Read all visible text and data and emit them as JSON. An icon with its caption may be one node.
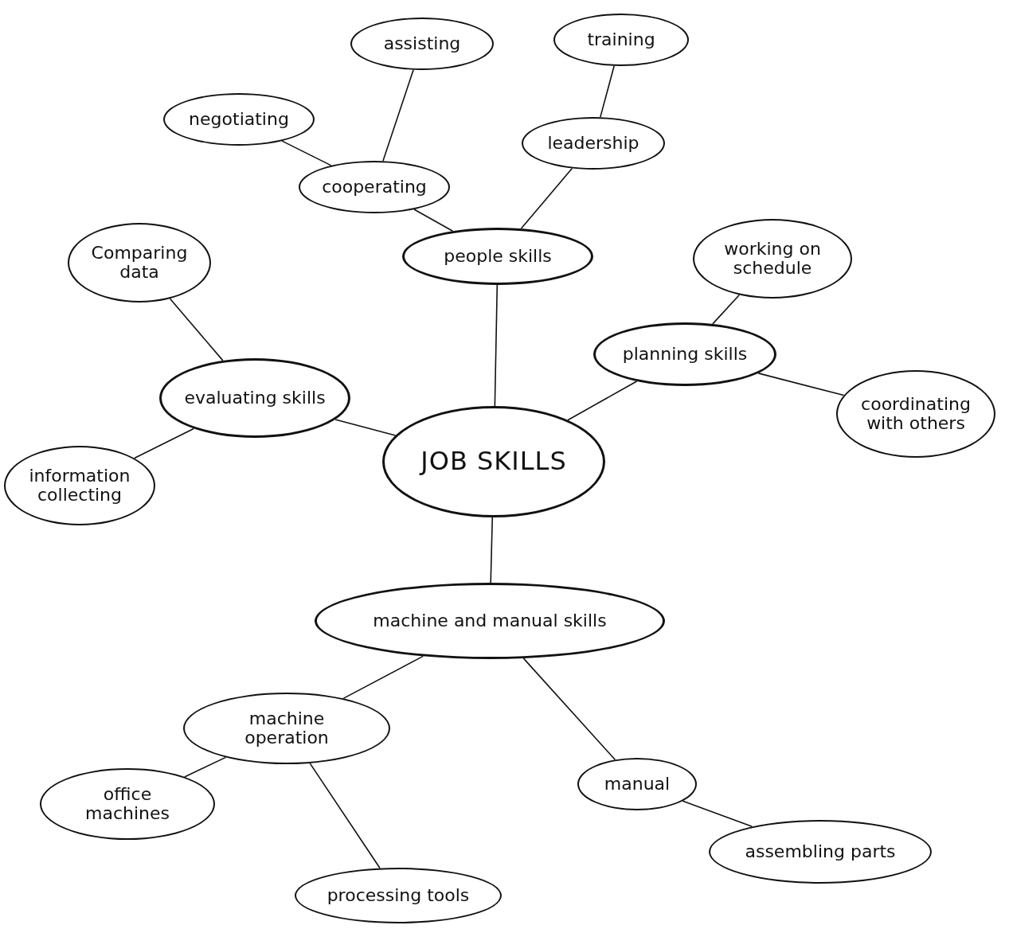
{
  "diagram": {
    "nodes": [
      {
        "text": [
          "JOB SKILLS"
        ]
      },
      {
        "text": [
          "people skills"
        ]
      },
      {
        "text": [
          "cooperating"
        ]
      },
      {
        "text": [
          "negotiating"
        ]
      },
      {
        "text": [
          "assisting"
        ]
      },
      {
        "text": [
          "leadership"
        ]
      },
      {
        "text": [
          "training"
        ]
      },
      {
        "text": [
          "planning skills"
        ]
      },
      {
        "text": [
          "working on schedule"
        ]
      },
      {
        "text": [
          "coordinating with others"
        ]
      },
      {
        "text": [
          "evaluating skills"
        ]
      },
      {
        "text": [
          "Comparing data"
        ]
      },
      {
        "text": [
          "information collecting"
        ]
      },
      {
        "text": [
          "machine and manual skills"
        ]
      },
      {
        "text": [
          "machine operation"
        ]
      },
      {
        "text": [
          "office machines"
        ]
      },
      {
        "text": [
          "processing tools"
        ]
      },
      {
        "text": [
          "manual"
        ]
      },
      {
        "text": [
          "assembling parts"
        ]
      }
    ],
    "edges": [
      {
        "from": 0,
        "to": 1,
        "arrow": "none"
      },
      {
        "from": 1,
        "to": 2,
        "arrow": "none"
      },
      {
        "from": 2,
        "to": 3,
        "arrow": "none"
      },
      {
        "from": 2,
        "to": 4,
        "arrow": "none"
      },
      {
        "from": 1,
        "to": 5,
        "arrow": "none"
      },
      {
        "from": 5,
        "to": 6,
        "arrow": "none"
      },
      {
        "from": 0,
        "to": 7,
        "arrow": "none"
      },
      {
        "from": 7,
        "to": 8,
        "arrow": "none"
      },
      {
        "from": 7,
        "to": 9,
        "arrow": "none"
      },
      {
        "from": 0,
        "to": 10,
        "arrow": "none"
      },
      {
        "from": 10,
        "to": 11,
        "arrow": "none"
      },
      {
        "from": 10,
        "to": 12,
        "arrow": "none"
      },
      {
        "from": 0,
        "to": 13,
        "arrow": "none"
      },
      {
        "from": 13,
        "to": 14,
        "arrow": "none"
      },
      {
        "from": 14,
        "to": 15,
        "arrow": "none"
      },
      {
        "from": 14,
        "to": 16,
        "arrow": "none"
      },
      {
        "from": 13,
        "to": 17,
        "arrow": "none"
      },
      {
        "from": 17,
        "to": 18,
        "arrow": "none"
      }
    ]
  }
}
